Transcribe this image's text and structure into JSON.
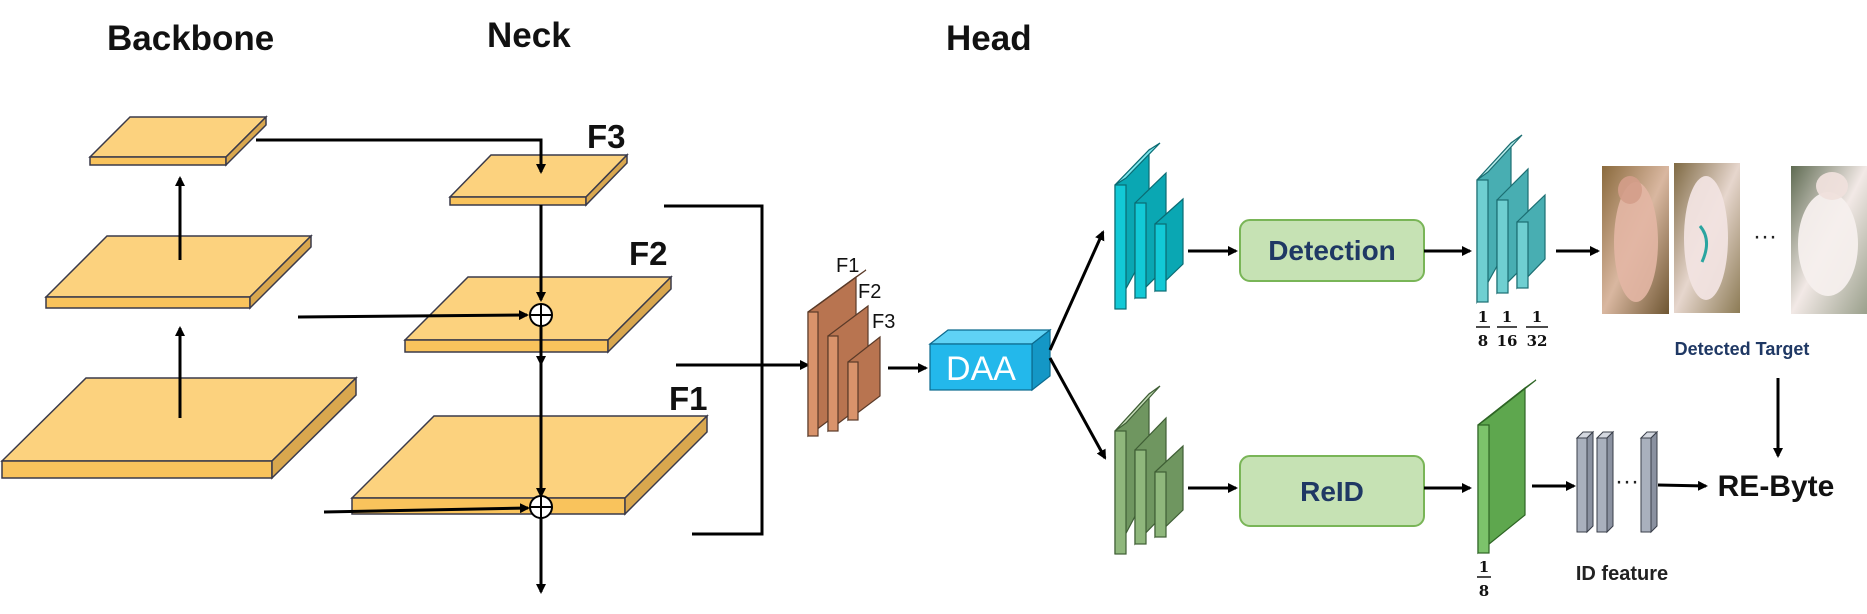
{
  "sections": {
    "backbone": "Backbone",
    "neck": "Neck",
    "head": "Head"
  },
  "feature_labels": {
    "f3": "F3",
    "f2": "F2",
    "f1": "F1"
  },
  "stack_labels": {
    "f1": "F1",
    "f2": "F2",
    "f3": "F3"
  },
  "daa_label": "DAA",
  "detection_label": "Detection",
  "reid_label": "ReID",
  "detected_target_label": "Detected Target",
  "id_feature_label": "ID feature",
  "rebyte_label": "RE-Byte",
  "ellipsis": "···",
  "scales": {
    "detection": [
      {
        "num": "1",
        "den": "8"
      },
      {
        "num": "1",
        "den": "16"
      },
      {
        "num": "1",
        "den": "32"
      }
    ],
    "reid": [
      {
        "num": "1",
        "den": "8"
      }
    ]
  },
  "colors": {
    "plate_top": "#fcd27e",
    "plate_front": "#f9c35c",
    "plate_side": "#d9a74e",
    "stack_orange": "#d9936b",
    "stack_orange_side": "#b87450",
    "cyan": "#12c9d6",
    "cyan_side": "#0aa7b3",
    "cyan_light": "#6fcfd1",
    "green": "#8fb77c",
    "green_side": "#6f9660",
    "green_bright": "#7cc36b",
    "box_fill": "#c6e2b4",
    "box_stroke": "#79b557",
    "daa": "#23b8eb",
    "daa_side": "#1497c6",
    "id_bar": "#a9b0bd"
  }
}
